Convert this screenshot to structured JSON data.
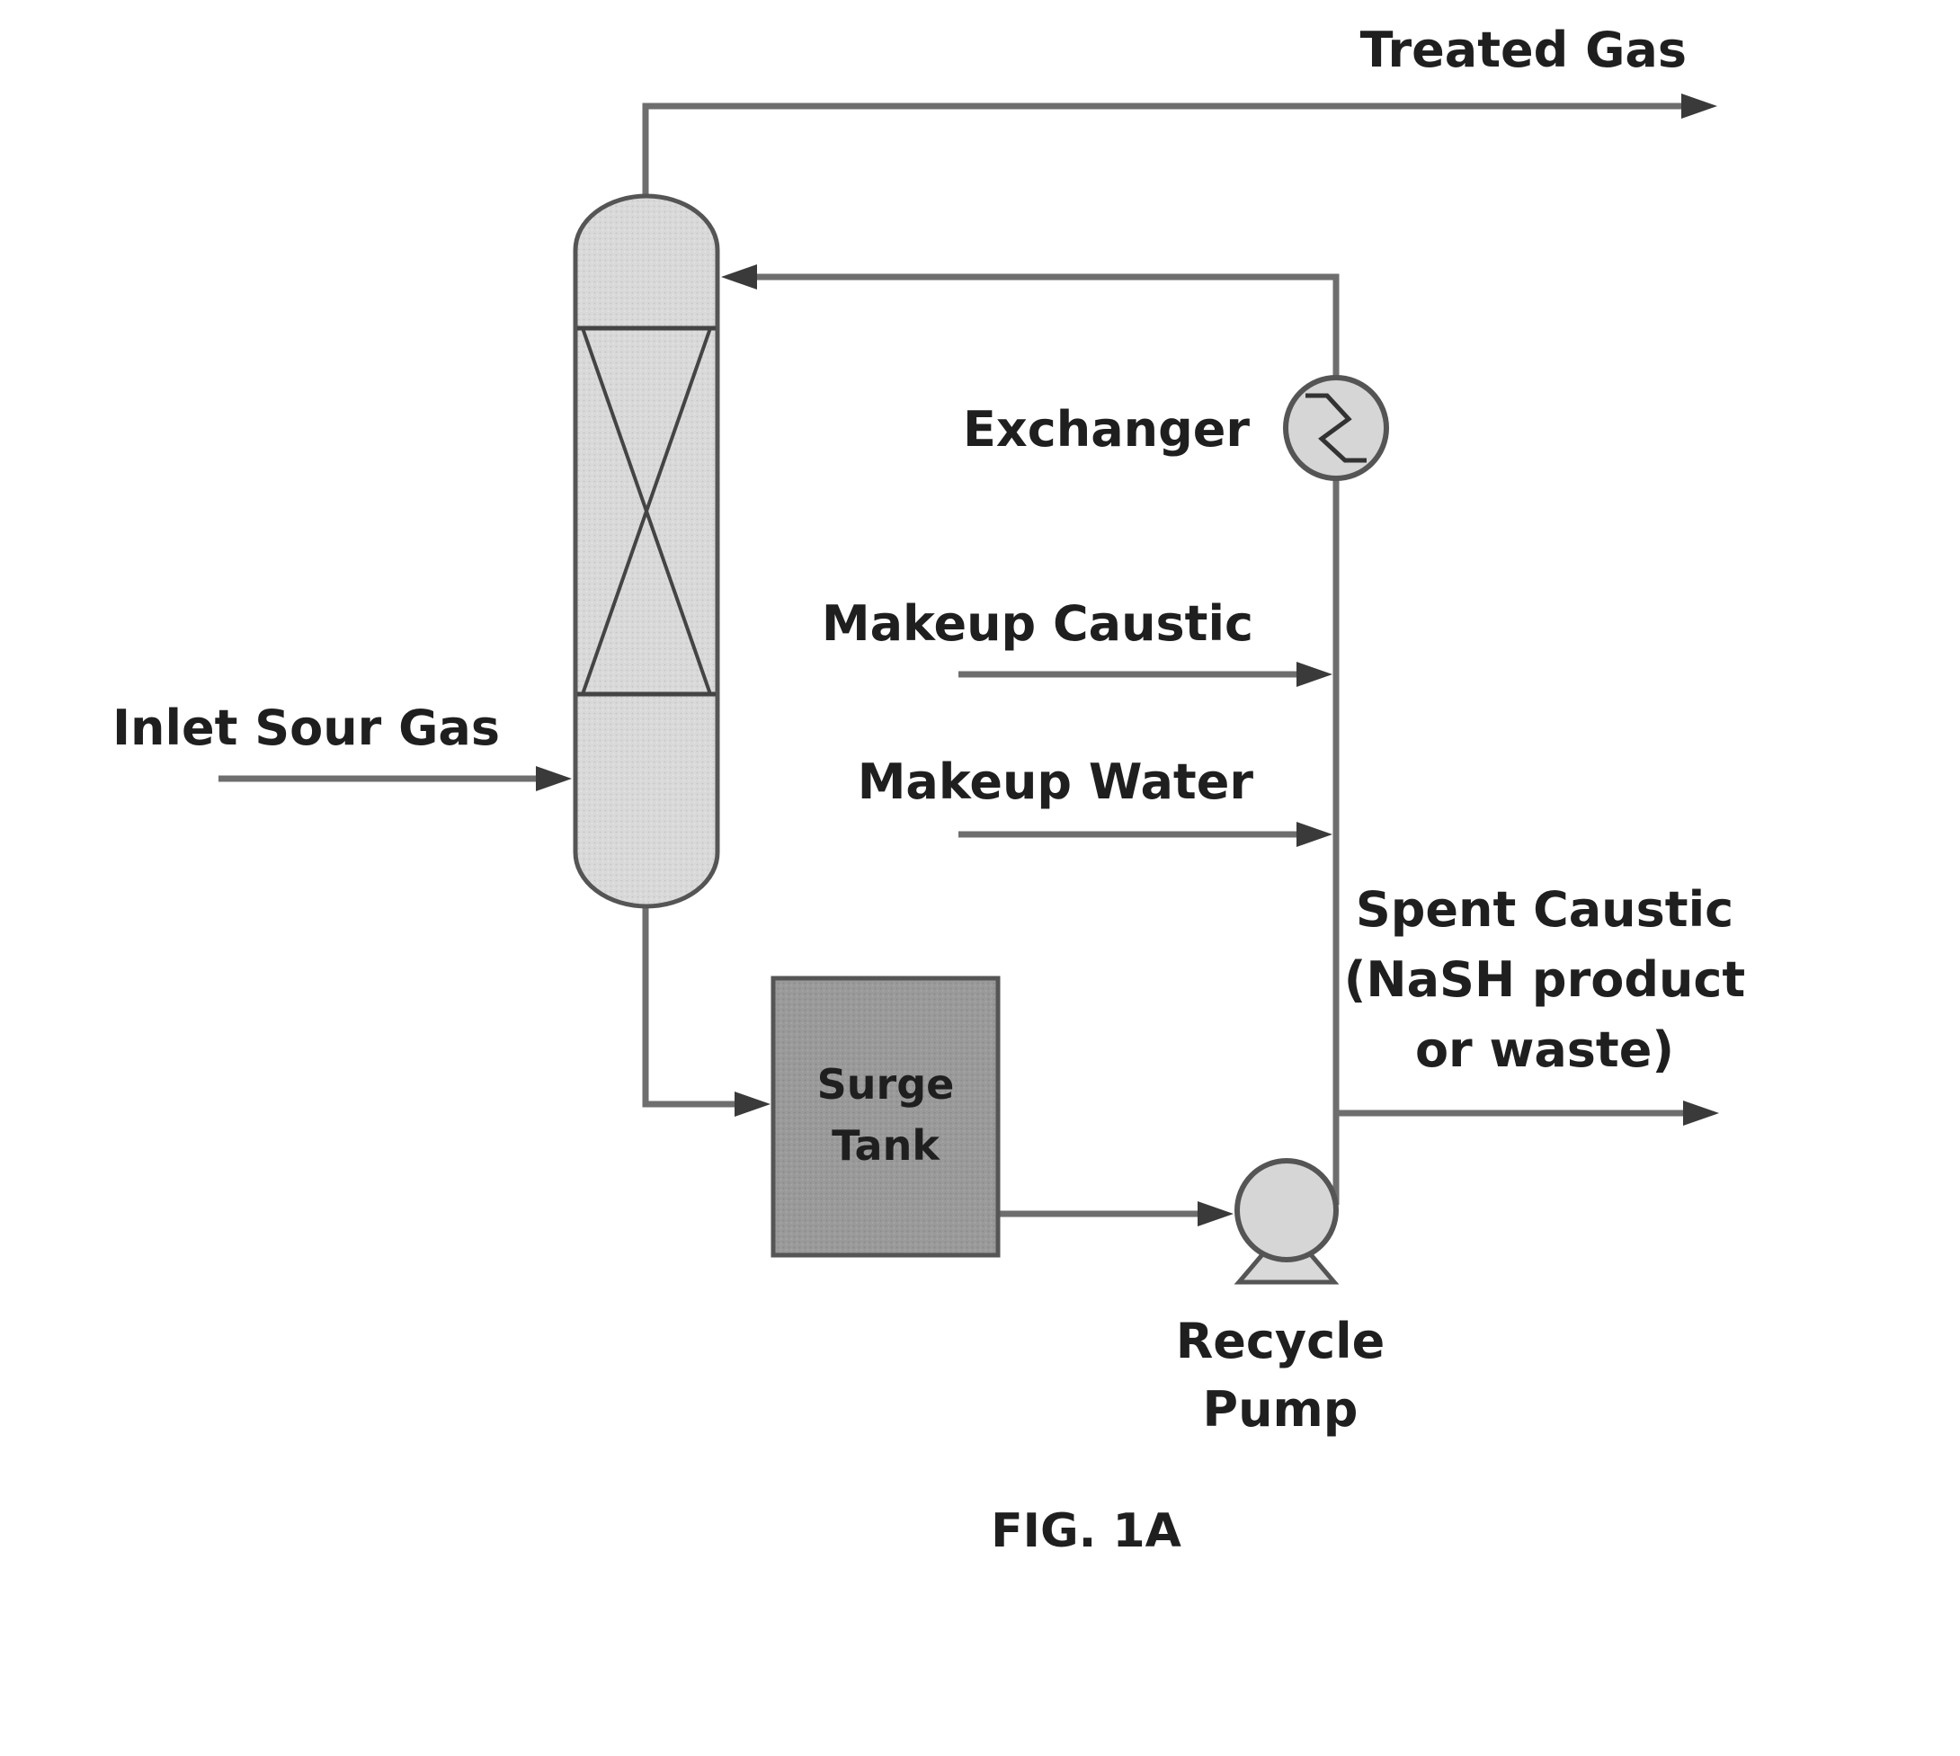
{
  "labels": {
    "treated_gas": "Treated Gas",
    "exchanger": "Exchanger",
    "makeup_caustic": "Makeup Caustic",
    "inlet_sour_gas": "Inlet Sour Gas",
    "makeup_water": "Makeup Water",
    "spent_caustic_line1": "Spent Caustic",
    "spent_caustic_line2": "(NaSH product",
    "spent_caustic_line3": "or waste)",
    "surge_tank_line1": "Surge",
    "surge_tank_line2": "Tank",
    "recycle_pump_line1": "Recycle",
    "recycle_pump_line2": "Pump",
    "figure_caption": "FIG. 1A"
  },
  "colors": {
    "vessel_fill": "#d9d9d9",
    "vessel_stroke": "#555555",
    "tank_fill": "#9a9a9a",
    "pipe": "#6e6e6e",
    "text": "#1f1f1f"
  },
  "icons": {
    "exchanger": "heat-exchanger-icon",
    "pump": "centrifugal-pump-icon",
    "column": "packed-absorber-column"
  }
}
